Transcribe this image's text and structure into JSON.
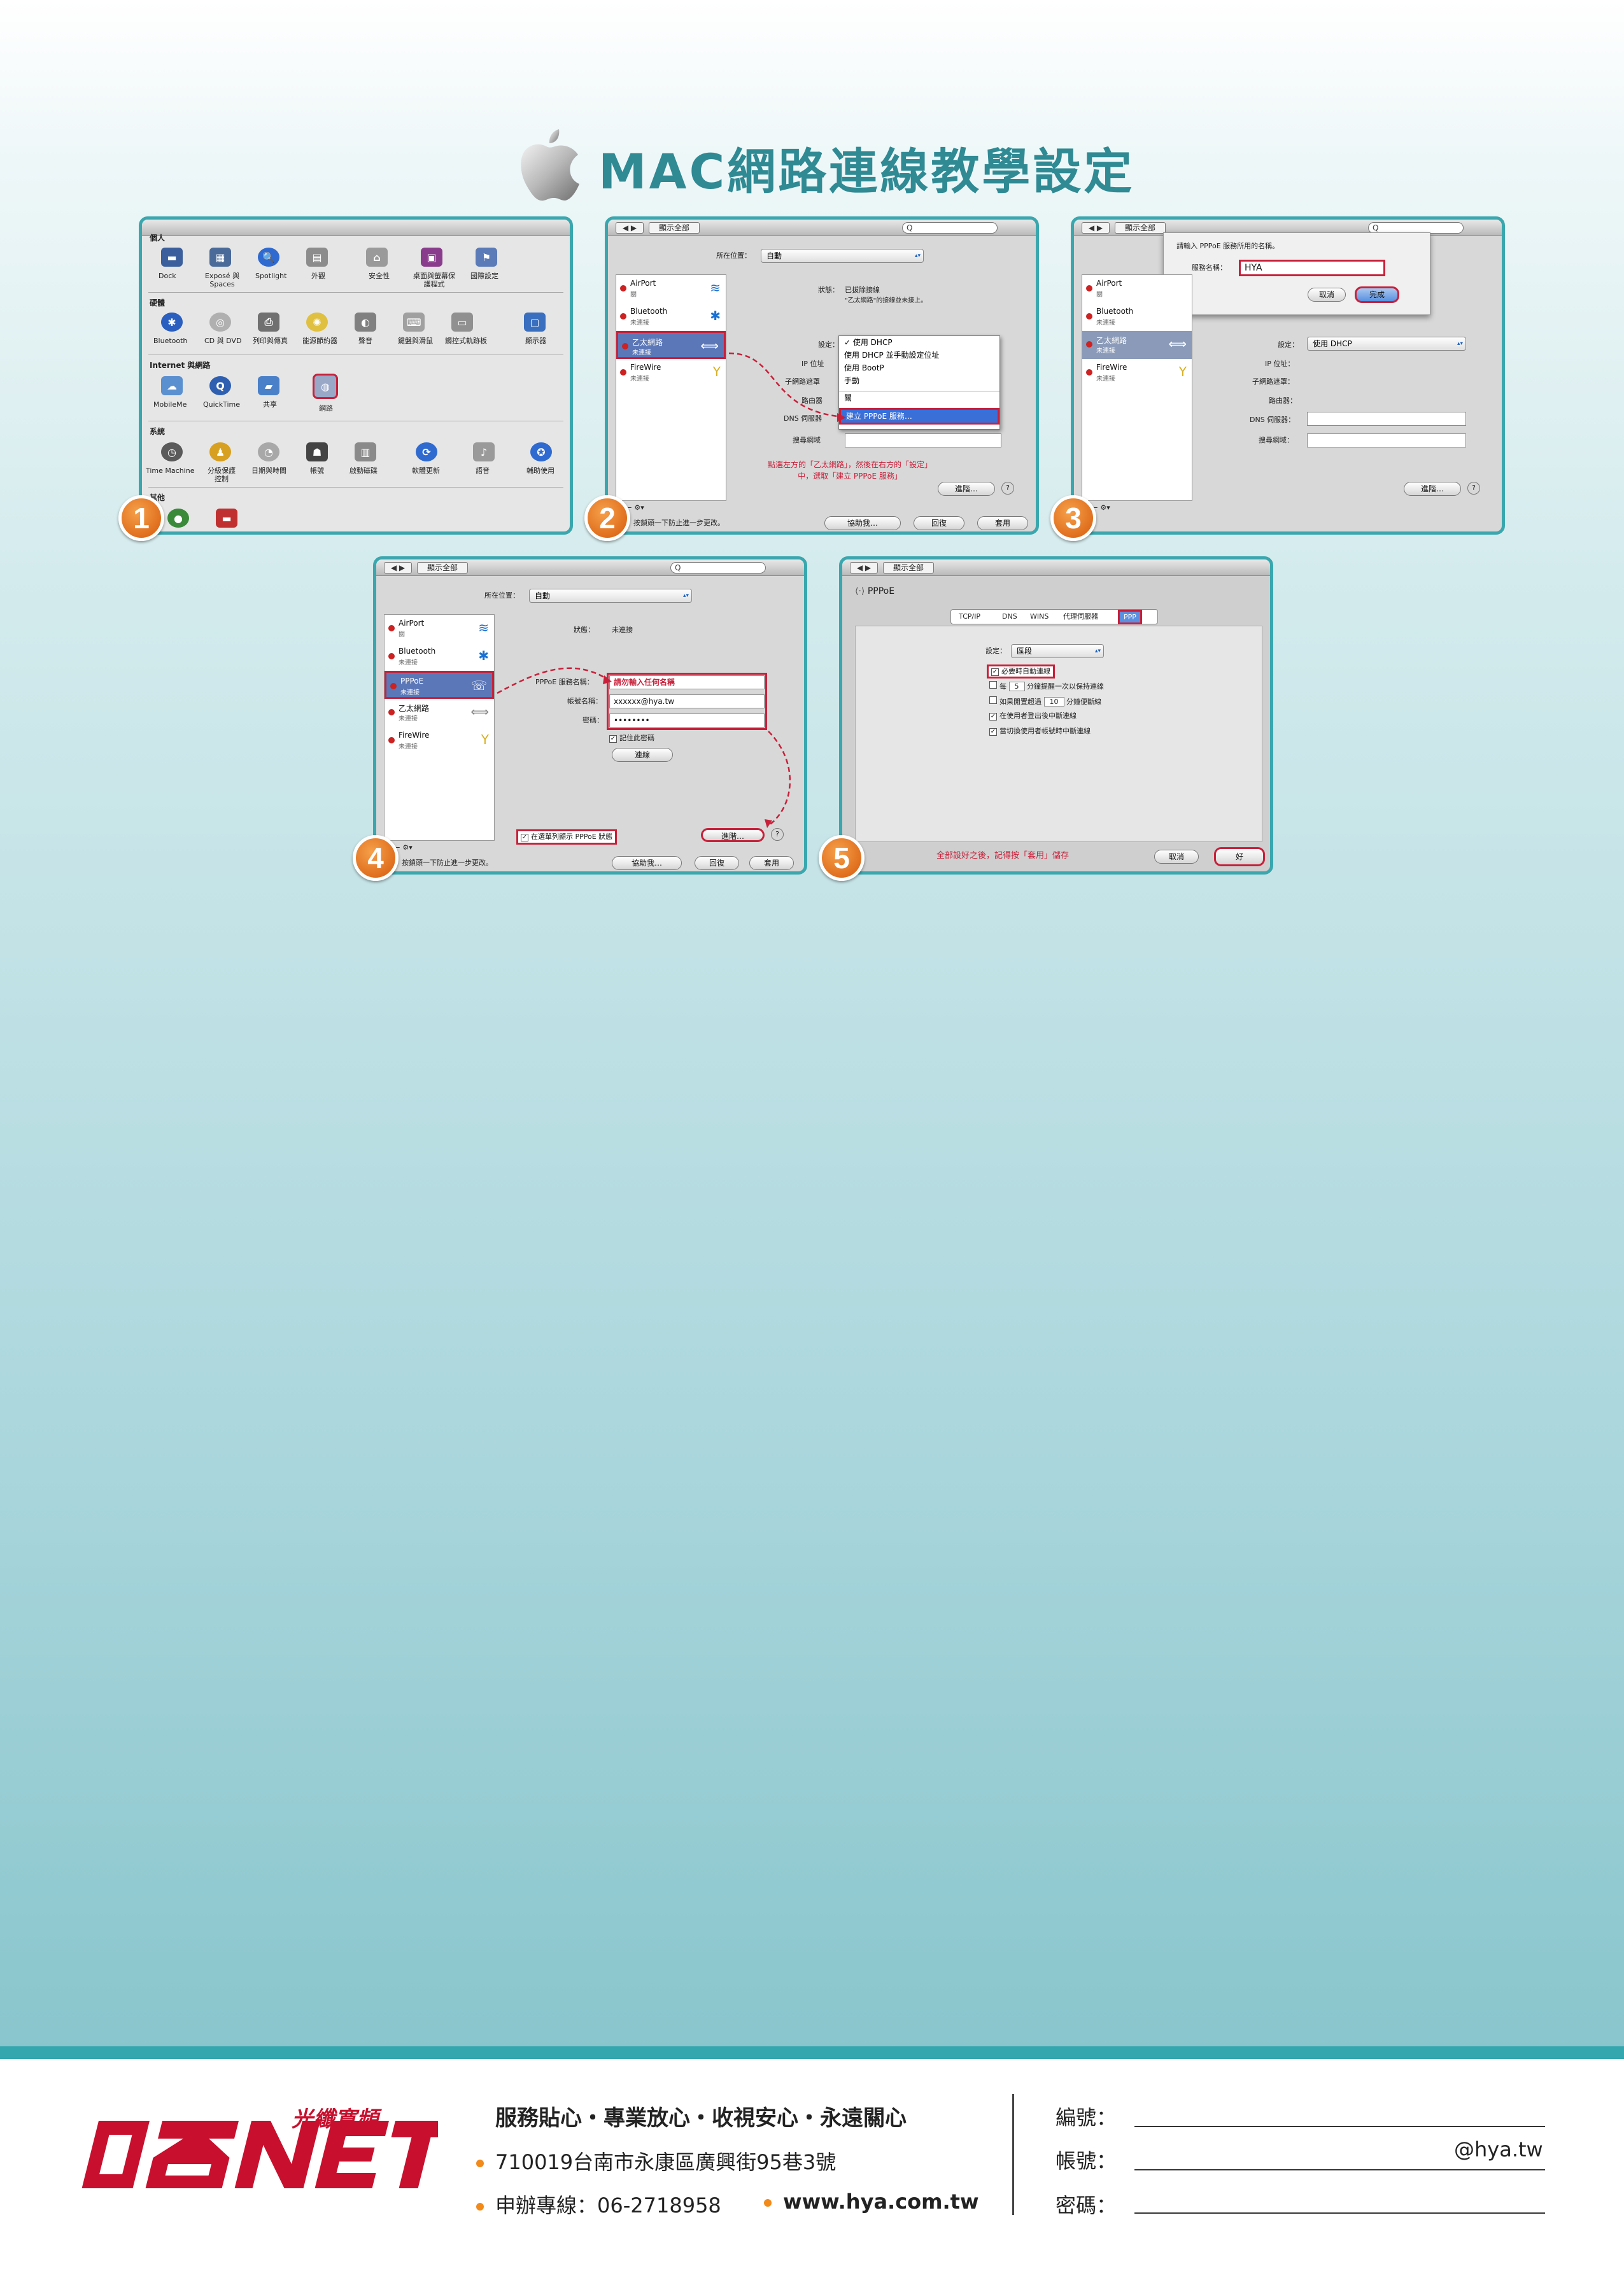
{
  "header": {
    "title": "MAC網路連線教學設定"
  },
  "common": {
    "back_forward": "◀ ▶",
    "show_all": "顯示全部",
    "search": "Q"
  },
  "panel1": {
    "personal": "個人",
    "row1": [
      "Dock",
      "Exposé 與 Spaces",
      "Spotlight",
      "外觀",
      "安全性",
      "桌面與螢幕保護程式",
      "國際設定"
    ],
    "hardware": "硬體",
    "row2": [
      "Bluetooth",
      "CD 與 DVD",
      "列印與傳真",
      "能源節約器",
      "聲音",
      "鍵盤與滑鼠",
      "觸控式軌跡板",
      "顯示器"
    ],
    "internet": "Internet 與網路",
    "row3": [
      "MobileMe",
      "QuickTime",
      "共享",
      "網路"
    ],
    "system": "系統",
    "row4": [
      "Time Machine",
      "分級保護控制",
      "日期與時間",
      "帳號",
      "啟動磁碟",
      "軟體更新",
      "語音",
      "輔助使用"
    ],
    "other": "其他",
    "step": "1"
  },
  "panel2": {
    "location_label": "所在位置：",
    "location_value": "自動",
    "items": [
      {
        "name": "AirPort",
        "status": "關"
      },
      {
        "name": "Bluetooth",
        "status": "未連接"
      },
      {
        "name": "乙太網路",
        "status": "未連接"
      },
      {
        "name": "FireWire",
        "status": "未連接"
      }
    ],
    "status_label": "狀態：",
    "status_value": "已拔除接線",
    "status_note": "\"乙太網路\"的接線並未接上。",
    "config_label": "設定：",
    "ip_label": "IP 位址",
    "subnet_label": "子網路遮罩",
    "router_label": "路由器",
    "dns_label": "DNS 伺服器",
    "search_label": "搜尋網域",
    "menu": [
      "✓ 使用 DHCP",
      "使用 DHCP 並手動設定位址",
      "使用 BootP",
      "手動",
      "關",
      "建立 PPPoE 服務…"
    ],
    "note": "點選左方的「乙太網路」，然後在右方的「設定」中，選取「建立 PPPoE 服務」",
    "advanced": "進階…",
    "bottom_note": "按鎖頭一下防止進一步更改。",
    "help_btn": "協助我…",
    "revert_btn": "回復",
    "apply_btn": "套用",
    "step": "2"
  },
  "panel3": {
    "prompt": "請輸入 PPPoE 服務所用的名稱。",
    "service_label": "服務名稱：",
    "service_value": "HYA",
    "cancel": "取消",
    "done": "完成",
    "config_label": "設定：",
    "config_value": "使用 DHCP",
    "ip_label": "IP 位址：",
    "subnet_label": "子網路遮罩：",
    "router_label": "路由器：",
    "dns_label": "DNS 伺服器：",
    "search_label": "搜尋網域：",
    "items": [
      {
        "name": "AirPort",
        "status": "關"
      },
      {
        "name": "Bluetooth",
        "status": "未連接"
      },
      {
        "name": "乙太網路",
        "status": "未連接"
      },
      {
        "name": "FireWire",
        "status": "未連接"
      }
    ],
    "advanced": "進階…",
    "step": "3"
  },
  "panel4": {
    "location_label": "所在位置：",
    "location_value": "自動",
    "items": [
      {
        "name": "AirPort",
        "status": "關"
      },
      {
        "name": "Bluetooth",
        "status": "未連接"
      },
      {
        "name": "PPPoE",
        "status": "未連接"
      },
      {
        "name": "乙太網路",
        "status": "未連接"
      },
      {
        "name": "FireWire",
        "status": "未連接"
      }
    ],
    "status_label": "狀態：",
    "status_value": "未連接",
    "pppoe_label": "PPPoE 服務名稱：",
    "pppoe_value": "請勿輸入任何名稱",
    "account_label": "帳號名稱：",
    "account_value": "xxxxxx@hya.tw",
    "password_label": "密碼：",
    "password_value": "••••••••",
    "remember": "記住此密碼",
    "connect": "連線",
    "show_status": "在選單列顯示 PPPoE 狀態",
    "advanced": "進階…",
    "bottom_note": "按鎖頭一下防止進一步更改。",
    "help_btn": "協助我…",
    "revert_btn": "回復",
    "apply_btn": "套用",
    "step": "4"
  },
  "panel5": {
    "header": "PPPoE",
    "tabs": [
      "TCP/IP",
      "DNS",
      "WINS",
      "代理伺服器",
      "PPP"
    ],
    "config_label": "設定：",
    "config_value": "區段",
    "options": [
      "必要時自動連線",
      "每",
      "分鐘提醒一次以保持連線",
      "如果閒置超過",
      "分鐘便斷線",
      "在使用者登出後中斷連線",
      "當切換使用者帳號時中斷連線"
    ],
    "minutes1": "5",
    "minutes2": "10",
    "note": "全部設好之後，記得按「套用」儲存",
    "cancel": "取消",
    "ok": "好",
    "step": "5"
  },
  "footer": {
    "brand_cn": "光纖寬頻",
    "slogan": "服務貼心・專業放心・收視安心・永遠關心",
    "address": "710019台南市永康區廣興街95巷3號",
    "phone": "申辦專線：06-2718958",
    "website": "www.hya.com.tw",
    "form_number": "編號：",
    "form_account": "帳號：",
    "form_account_suffix": "@hya.tw",
    "form_password": "密碼："
  }
}
